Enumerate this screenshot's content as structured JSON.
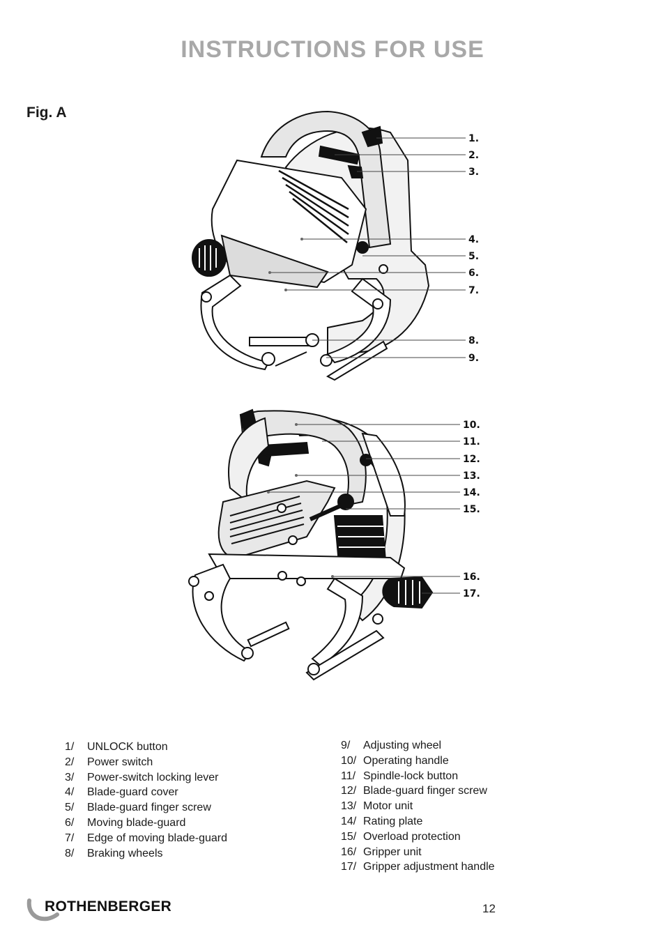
{
  "header": {
    "title": "INSTRUCTIONS FOR USE"
  },
  "figure": {
    "label": "Fig. A",
    "callouts_top": [
      "1.",
      "2.",
      "3.",
      "4.",
      "5.",
      "6.",
      "7.",
      "8.",
      "9."
    ],
    "callouts_bottom": [
      "10.",
      "11.",
      "12.",
      "13.",
      "14.",
      "15.",
      "16.",
      "17."
    ]
  },
  "legend": {
    "left": [
      {
        "num": "1/",
        "text": "UNLOCK button"
      },
      {
        "num": "2/",
        "text": "Power switch"
      },
      {
        "num": "3/",
        "text": "Power-switch locking lever"
      },
      {
        "num": "4/",
        "text": "Blade-guard cover"
      },
      {
        "num": "5/",
        "text": "Blade-guard finger screw"
      },
      {
        "num": "6/",
        "text": "Moving blade-guard"
      },
      {
        "num": "7/",
        "text": "Edge of moving blade-guard"
      },
      {
        "num": "8/",
        "text": "Braking wheels"
      }
    ],
    "right": [
      {
        "num": "9/",
        "text": "Adjusting wheel"
      },
      {
        "num": "10/",
        "text": "Operating handle"
      },
      {
        "num": "11/",
        "text": "Spindle-lock button"
      },
      {
        "num": "12/",
        "text": "Blade-guard finger screw"
      },
      {
        "num": "13/",
        "text": "Motor unit"
      },
      {
        "num": "14/",
        "text": "Rating plate"
      },
      {
        "num": "15/",
        "text": "Overload protection"
      },
      {
        "num": "16/",
        "text": "Gripper unit"
      },
      {
        "num": "17/",
        "text": "Gripper adjustment handle"
      }
    ]
  },
  "footer": {
    "brand": "ROTHENBERGER",
    "page_number": "12"
  }
}
